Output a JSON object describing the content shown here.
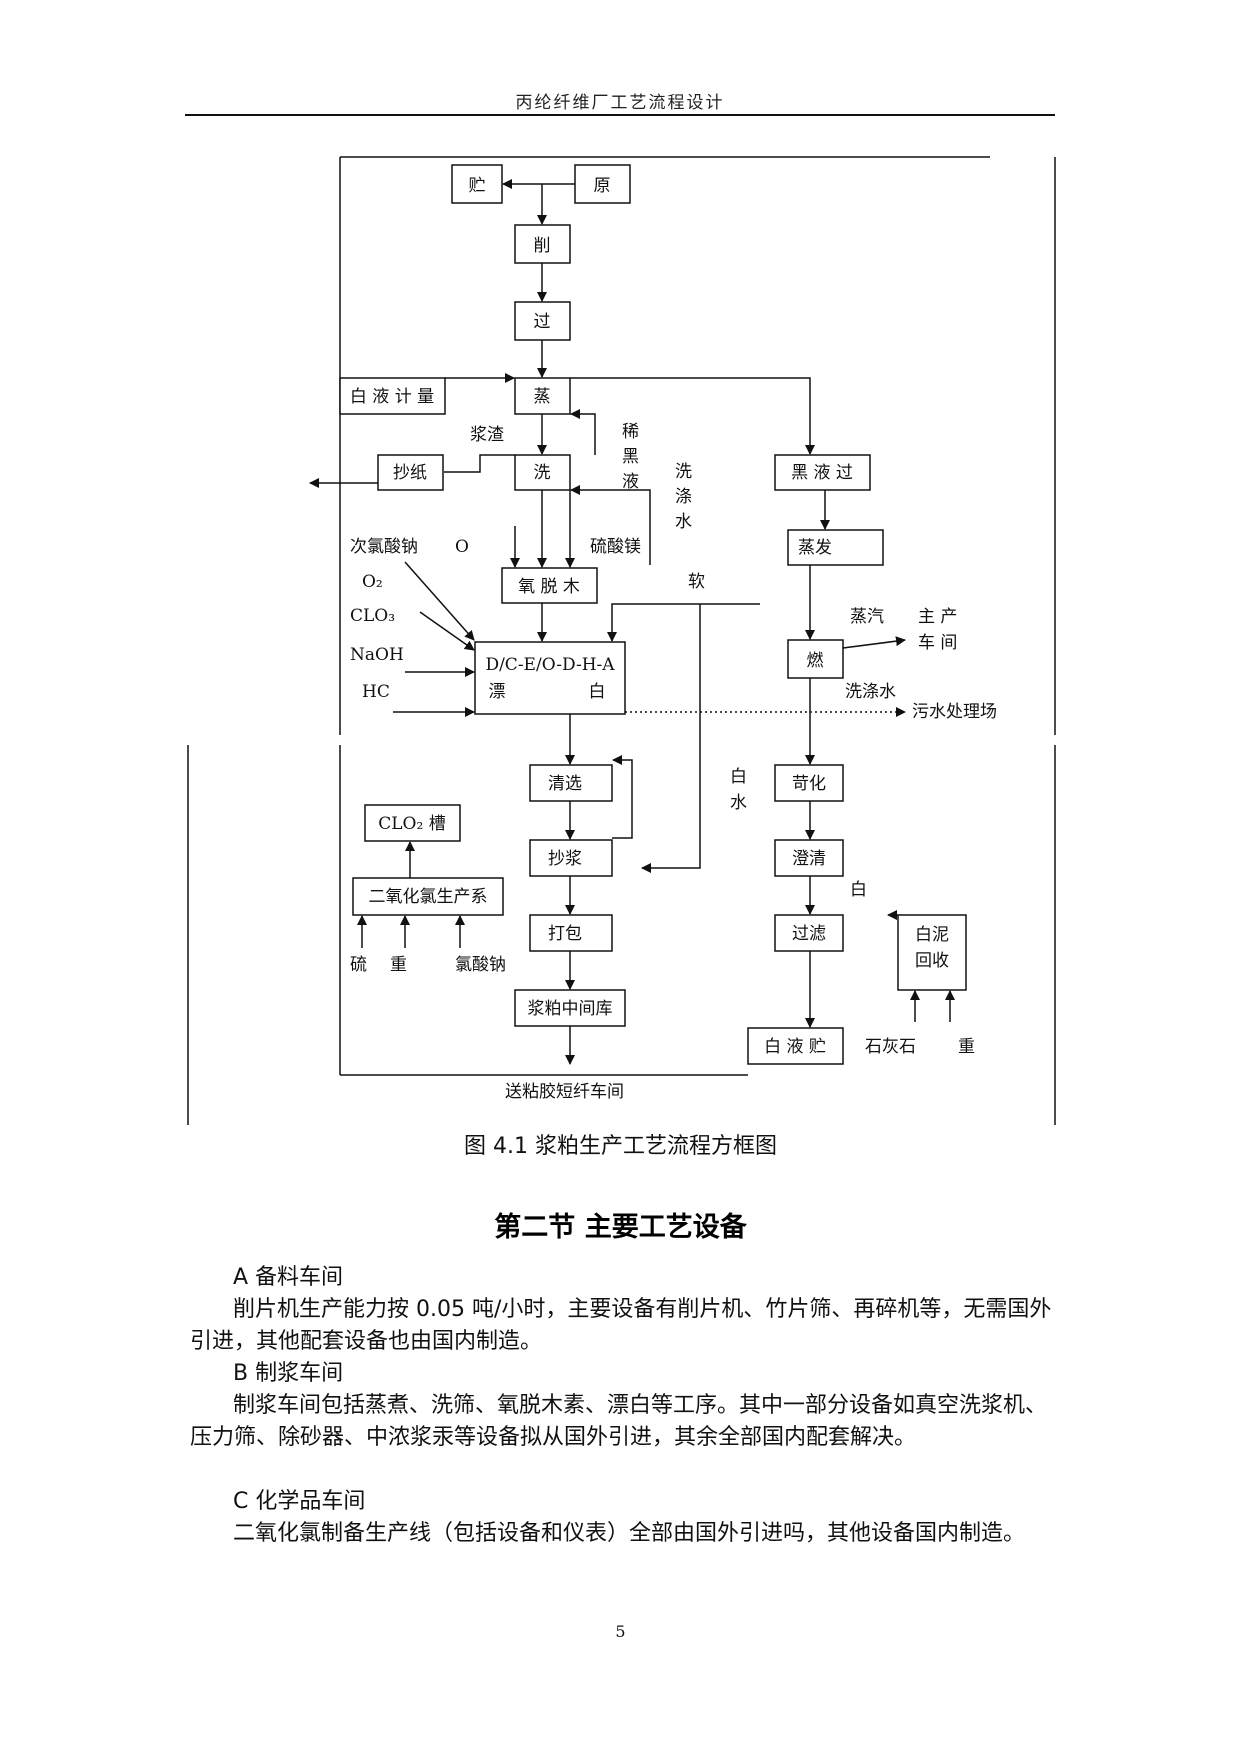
{
  "header": {
    "title": "丙纶纤维厂工艺流程设计"
  },
  "diagram": {
    "boxes": {
      "storage": "贮",
      "raw": "原",
      "chipper": "削",
      "screen": "过",
      "digester": "蒸",
      "white_liquor_meter": "白 液 计 量",
      "papermaking": "抄纸",
      "washing": "洗",
      "black_liquor_filter": "黑 液 过",
      "evaporation": "蒸发",
      "oxygen_delignification": "氧 脱 木",
      "combustion": "燃",
      "bleaching_seq": "D/C-E/O-D-H-A",
      "bleaching_label_1": "漂",
      "bleaching_label_2": "白",
      "cleaning": "清选",
      "causticizing": "苛化",
      "clo2_tank": "CLO₂ 槽",
      "pulp_machine": "抄浆",
      "clarification": "澄清",
      "clo2_production": "二氧化氯生产系",
      "baling": "打包",
      "filtration": "过滤",
      "lime_mud_recovery_1": "白泥",
      "lime_mud_recovery_2": "回收",
      "pulp_warehouse": "浆粕中间库",
      "white_liquor_storage": "白 液 贮"
    },
    "labels": {
      "pulp_residue": "浆渣",
      "dilute_black_1": "稀",
      "dilute_black_2": "黑",
      "dilute_black_3": "液",
      "wash_water_1": "洗",
      "wash_water_2": "涤",
      "wash_water_3": "水",
      "sodium_hypochlorite": "次氯酸钠",
      "o_label": "O",
      "magnesium_sulfate": "硫酸镁",
      "o2": "O₂",
      "soft": "软",
      "clo2": "CLO₃",
      "naoh": "NaOH",
      "hc": "HC",
      "steam": "蒸汽",
      "main_workshop_1": "主 产",
      "main_workshop_2": "车 间",
      "wash_water_out": "洗涤水",
      "wastewater": "污水处理场",
      "white_water_1": "白",
      "white_water_2": "水",
      "white_label": "白",
      "sulfuric": "硫",
      "heavy": "重",
      "sodium_chlorate": "氯酸钠",
      "limestone": "石灰石",
      "heavy_2": "重",
      "to_viscose": "送粘胶短纤车间"
    }
  },
  "caption": "图 4.1 浆粕生产工艺流程方框图",
  "section": {
    "title": "第二节  主要工艺设备",
    "a_heading": "A 备料车间",
    "a_text": "削片机生产能力按 0.05 吨/小时，主要设备有削片机、竹片筛、再碎机等，无需国外引进，其他配套设备也由国内制造。",
    "b_heading": "B 制浆车间",
    "b_text": "制浆车间包括蒸煮、洗筛、氧脱木素、漂白等工序。其中一部分设备如真空洗浆机、压力筛、除砂器、中浓浆汞等设备拟从国外引进，其余全部国内配套解决。",
    "c_heading": "C 化学品车间",
    "c_text": "二氧化氯制备生产线（包括设备和仪表）全部由国外引进吗，其他设备国内制造。"
  },
  "page_number": "5"
}
